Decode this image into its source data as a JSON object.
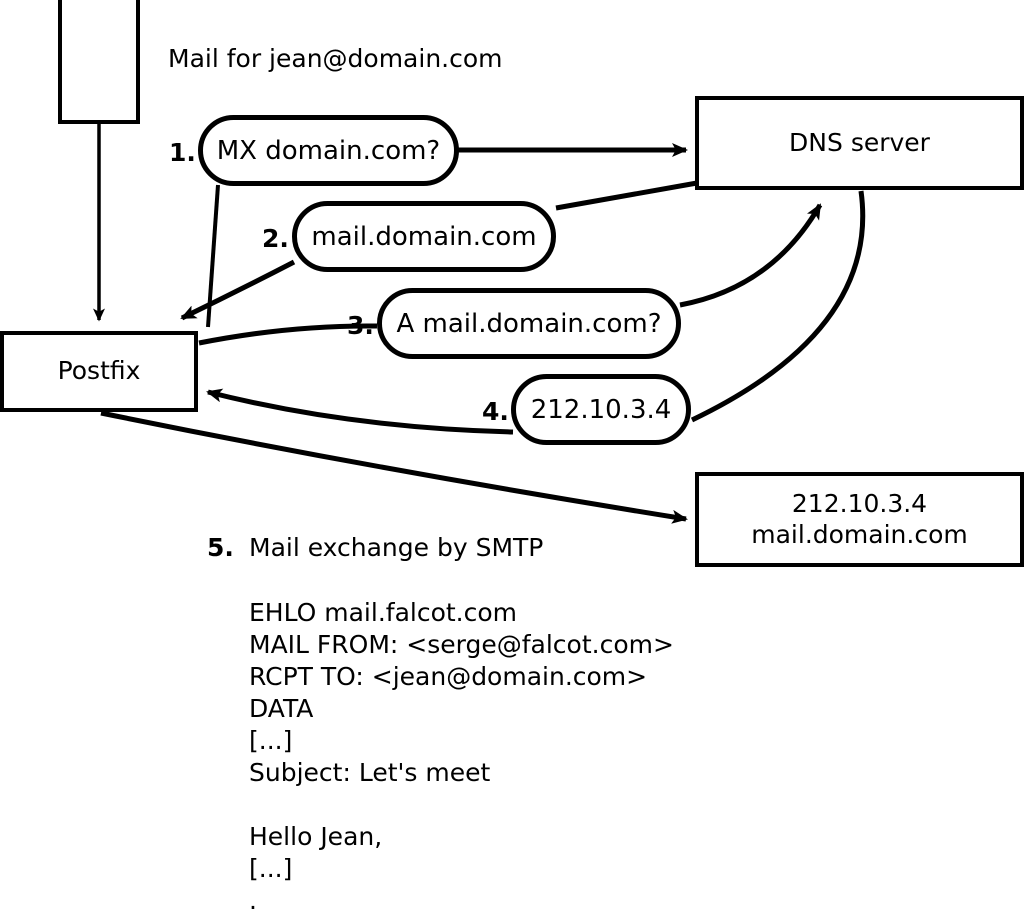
{
  "diagram": {
    "title_label": "Mail for jean@domain.com",
    "nodes": {
      "client_box": {
        "label": ""
      },
      "postfix_box": {
        "label": "Postfix"
      },
      "dns_box": {
        "label": "DNS server"
      },
      "mail_server_box": {
        "line1": "212.10.3.4",
        "line2": "mail.domain.com"
      }
    },
    "steps": [
      {
        "num": "1.",
        "bubble": "MX domain.com?"
      },
      {
        "num": "2.",
        "bubble": "mail.domain.com"
      },
      {
        "num": "3.",
        "bubble": "A mail.domain.com?"
      },
      {
        "num": "4.",
        "bubble": "212.10.3.4"
      },
      {
        "num": "5.",
        "caption": "Mail exchange by SMTP"
      }
    ],
    "smtp_transcript": [
      "EHLO mail.falcot.com",
      "MAIL FROM: <serge@falcot.com>",
      "RCPT TO: <jean@domain.com>",
      "DATA",
      "[...]",
      "Subject: Let's meet",
      "",
      "Hello Jean,",
      "[...]",
      "."
    ],
    "colors": {
      "stroke": "#000000",
      "fill": "#ffffff",
      "text": "#000000"
    }
  }
}
